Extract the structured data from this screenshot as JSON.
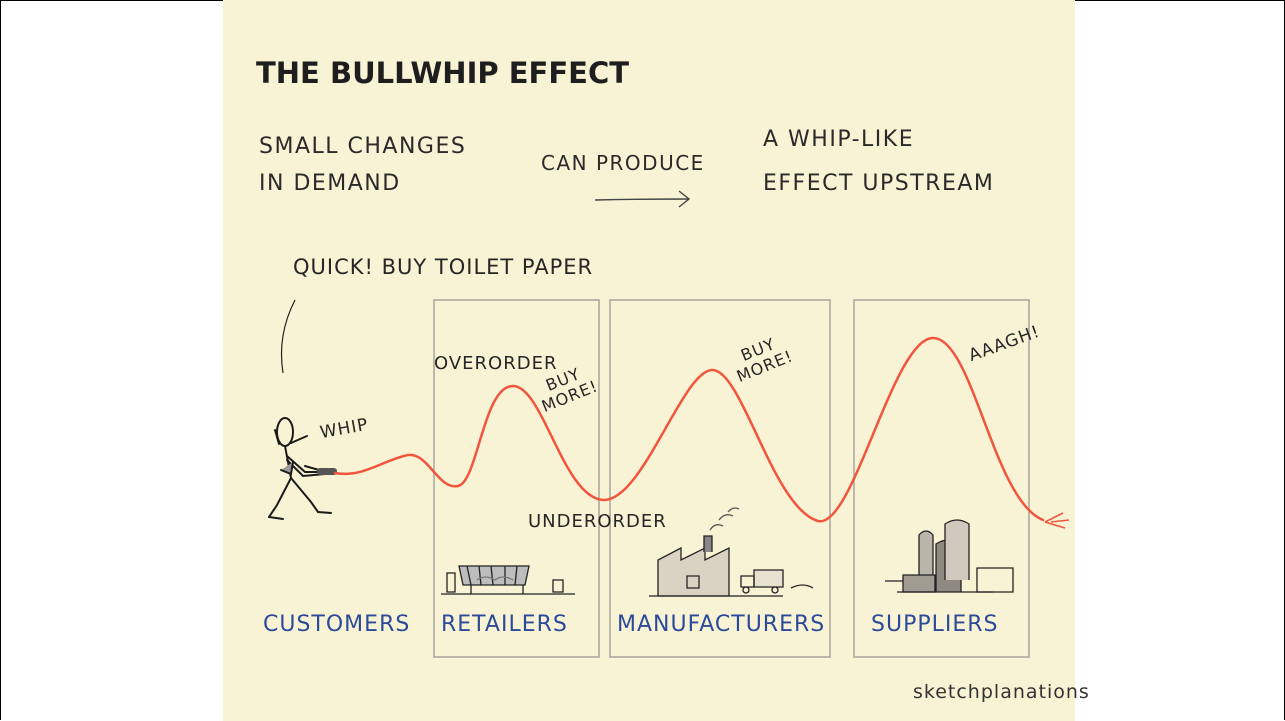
{
  "title": "THE BULLWHIP EFFECT",
  "subtitle": {
    "left_line1": "SMALL CHANGES",
    "left_line2": "IN DEMAND",
    "middle": "CAN PRODUCE",
    "right_line1": "A WHIP-LIKE",
    "right_line2": "EFFECT UPSTREAM"
  },
  "annotations": {
    "quick": "QUICK! BUY TOILET PAPER",
    "whip": "WHIP",
    "overorder": "OVERORDER",
    "underorder": "UNDERORDER",
    "buy_more_1_line1": "BUY",
    "buy_more_1_line2": "MORE!",
    "buy_more_2_line1": "BUY",
    "buy_more_2_line2": "MORE!",
    "aaagh": "AAAGH!"
  },
  "categories": [
    "CUSTOMERS",
    "RETAILERS",
    "MANUFACTURERS",
    "SUPPLIERS"
  ],
  "credit": "sketchplanations",
  "colors": {
    "paper": "#f9f3d5",
    "wave": "#f2553d",
    "category_text": "#2c4a9a",
    "box_border": "#a7a39a"
  },
  "icons": [
    "stick-figure-icon",
    "shop-icon",
    "factory-icon",
    "truck-icon",
    "silo-icon"
  ]
}
